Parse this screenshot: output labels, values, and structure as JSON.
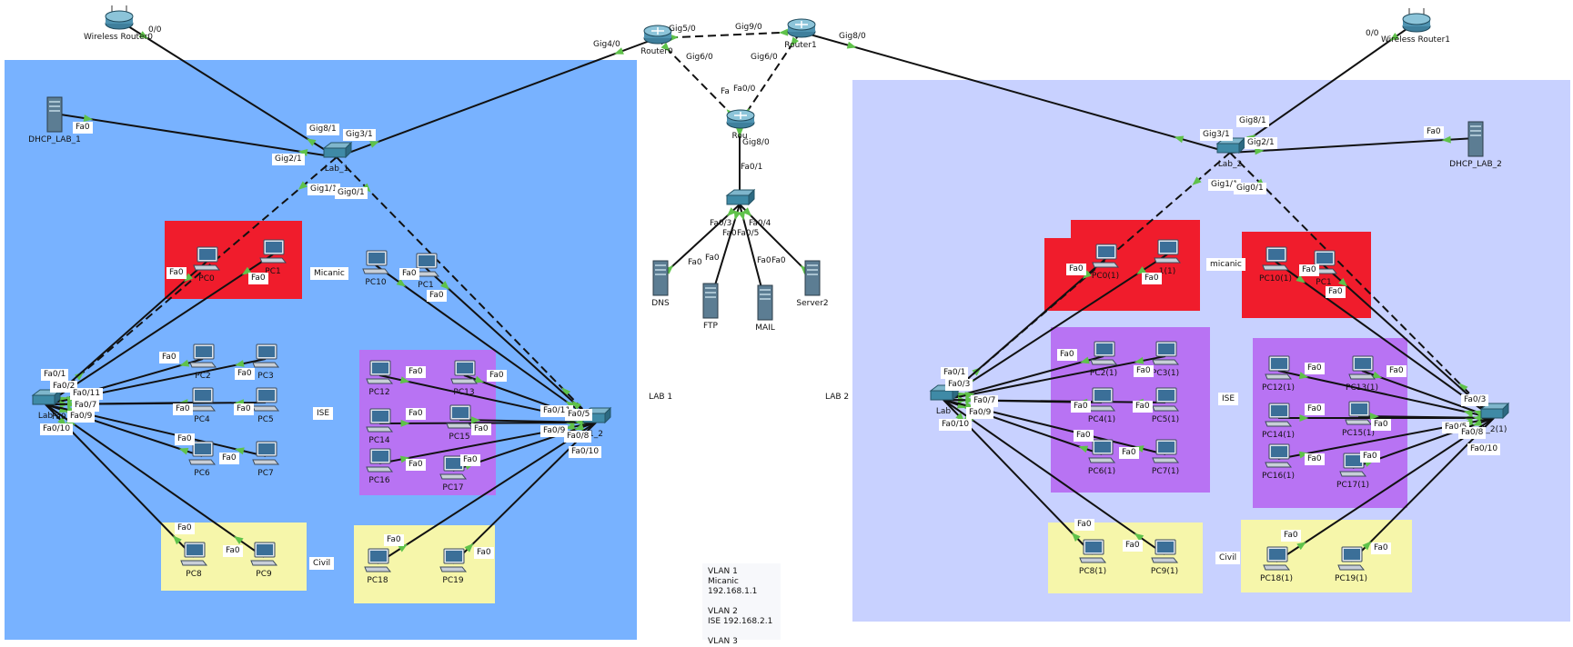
{
  "colors": {
    "lab1_bg": "#78b2ff",
    "lab2_bg": "#c8d1ff",
    "micanic": "#f01c2c",
    "ise": "#b873f3",
    "civil": "#f6f6aa",
    "link": "#111111",
    "port_dot": "#5fc24a"
  },
  "zones": {
    "lab1": "LAB 1",
    "lab2": "LAB 2",
    "lab1_micanic": "Micanic",
    "lab1_ise": "ISE",
    "lab1_civil": "Civil",
    "lab2_micanic": "micanic",
    "lab2_ise": "ISE",
    "lab2_civil": "Civil"
  },
  "vlan_note": "VLAN 1\nMicanic 192.168.1.1\n\nVLAN 2\nISE 192.168.2.1\n\nVLAN 3",
  "devices": {
    "wireless_router0": {
      "name": "Wireless Router0",
      "icon": "wireless-router-icon"
    },
    "wireless_router1": {
      "name": "Wireless Router1",
      "icon": "wireless-router-icon"
    },
    "dhcp_lab1": {
      "name": "DHCP_LAB_1",
      "icon": "server-icon"
    },
    "dhcp_lab2": {
      "name": "DHCP_LAB_2",
      "icon": "server-icon"
    },
    "lab1_switch": {
      "name": "Lab_1",
      "icon": "switch-icon"
    },
    "lab2_switch": {
      "name": "Lab_2",
      "icon": "switch-icon"
    },
    "lab1_left_switch": {
      "name": "Lab",
      "icon": "switch-icon"
    },
    "lab1_right_switch": {
      "name": "1_2",
      "icon": "switch-icon"
    },
    "lab2_left_switch": {
      "name": "Lab",
      "icon": "switch-icon"
    },
    "lab2_right_switch": {
      "name": "1_2(1)",
      "icon": "switch-icon"
    },
    "router0": {
      "name": "Router0",
      "icon": "router-icon"
    },
    "router1": {
      "name": "Router1",
      "icon": "router-icon"
    },
    "router2": {
      "name": "Rou",
      "icon": "router-icon"
    },
    "center_switch": {
      "name": "",
      "icon": "switch-icon"
    },
    "dns": {
      "name": "DNS",
      "icon": "server-icon"
    },
    "ftp": {
      "name": "FTP",
      "icon": "server-icon"
    },
    "mail": {
      "name": "MAIL",
      "icon": "server-icon"
    },
    "server2": {
      "name": "Server2",
      "icon": "server-icon"
    },
    "pc0": {
      "name": "PC0"
    },
    "pc1": {
      "name": "PC1"
    },
    "pc2": {
      "name": "PC2"
    },
    "pc3": {
      "name": "PC3"
    },
    "pc4": {
      "name": "PC4"
    },
    "pc5": {
      "name": "PC5"
    },
    "pc6": {
      "name": "PC6"
    },
    "pc7": {
      "name": "PC7"
    },
    "pc8": {
      "name": "PC8"
    },
    "pc9": {
      "name": "PC9"
    },
    "pc10": {
      "name": "PC10"
    },
    "pc11": {
      "name": "PC1"
    },
    "pc12": {
      "name": "PC12"
    },
    "pc13": {
      "name": "PC13"
    },
    "pc14": {
      "name": "PC14"
    },
    "pc15": {
      "name": "PC15"
    },
    "pc16": {
      "name": "PC16"
    },
    "pc17": {
      "name": "PC17"
    },
    "pc18": {
      "name": "PC18"
    },
    "pc19": {
      "name": "PC19"
    },
    "pc0_1": {
      "name": "PC0(1)"
    },
    "pc1_1": {
      "name": "1(1)"
    },
    "pc2_1": {
      "name": "PC2(1)"
    },
    "pc3_1": {
      "name": "PC3(1)"
    },
    "pc4_1": {
      "name": "PC4(1)"
    },
    "pc5_1": {
      "name": "PC5(1)"
    },
    "pc6_1": {
      "name": "PC6(1)"
    },
    "pc7_1": {
      "name": "PC7(1)"
    },
    "pc8_1": {
      "name": "PC8(1)"
    },
    "pc9_1": {
      "name": "PC9(1)"
    },
    "pc10_1": {
      "name": "PC10(1)"
    },
    "pc11_1": {
      "name": "PC1"
    },
    "pc12_1": {
      "name": "PC12(1)"
    },
    "pc13_1": {
      "name": "PC13(1)"
    },
    "pc14_1": {
      "name": "PC14(1)"
    },
    "pc15_1": {
      "name": "PC15(1)"
    },
    "pc16_1": {
      "name": "PC16(1)"
    },
    "pc17_1": {
      "name": "PC17(1)"
    },
    "pc18_1": {
      "name": "PC18(1)"
    },
    "pc19_1": {
      "name": "PC19(1)"
    }
  },
  "ports": {
    "wr0": "0/0",
    "wr1": "0/0",
    "fa0": "Fa0",
    "gig8_1": "Gig8/1",
    "gig3_1": "Gig3/1",
    "gig2_1": "Gig2/1",
    "gig1_1": "Gig1/1",
    "gig0_1": "Gig0/1",
    "gig4_0": "Gig4/0",
    "gig5_0": "Gig5/0",
    "gig9_0": "Gig9/0",
    "gig8_0": "Gig8/0",
    "gig6_0": "Gig6/0",
    "fa": "Fa",
    "fa0_0": "Fa0/0",
    "fa0_1": "Fa0/1",
    "fa0_3": "Fa0/3",
    "fa0_4": "Fa0/4",
    "fa0_5": "Fa0/5",
    "fa0_2": "Fa0/2",
    "fa0_7": "Fa0/7",
    "fa0_8": "Fa0/8",
    "fa0_9": "Fa0/9",
    "fa0_10": "Fa0/10",
    "fa0_11": "Fa0/11",
    "fa0_1s": "Fa0/1",
    "lab_fa0": "Fa0"
  }
}
